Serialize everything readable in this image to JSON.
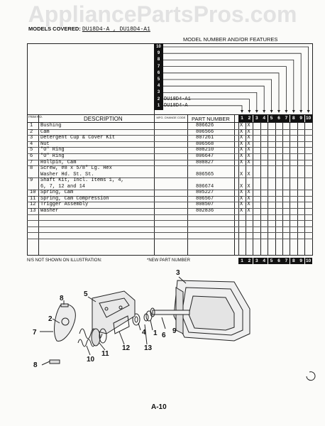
{
  "watermark": "AppliancePartsPros.com",
  "models_covered": {
    "label": "MODELS COVERED:",
    "value": "DU18D4-A , DU18D4-A1"
  },
  "model_header": "MODEL NUMBER AND/OR FEATURES",
  "model_rows": [
    {
      "num": "10",
      "label": ""
    },
    {
      "num": "9",
      "label": ""
    },
    {
      "num": "8",
      "label": ""
    },
    {
      "num": "7",
      "label": ""
    },
    {
      "num": "6",
      "label": ""
    },
    {
      "num": "5",
      "label": ""
    },
    {
      "num": "4",
      "label": ""
    },
    {
      "num": "3",
      "label": ""
    },
    {
      "num": "2",
      "label": "DU18D4-A1"
    },
    {
      "num": "1",
      "label": "DU18D4-A"
    }
  ],
  "table_headers": {
    "item": "ITEM NO.",
    "description": "DESCRIPTION",
    "mfg": "MFG. CHANGE CODE",
    "part": "PART NUMBER"
  },
  "columns": [
    "1",
    "2",
    "3",
    "4",
    "5",
    "6",
    "7",
    "8",
    "9",
    "10"
  ],
  "rows": [
    {
      "item": "1",
      "desc": "Bushing",
      "desc2": "",
      "part": "806626",
      "c1": "X",
      "c2": "X"
    },
    {
      "item": "2",
      "desc": "Cam",
      "desc2": "",
      "part": "806566",
      "c1": "X",
      "c2": "X"
    },
    {
      "item": "3",
      "desc": "Detergent Cup & Cover Kit",
      "desc2": "",
      "part": "807261",
      "c1": "X",
      "c2": "X"
    },
    {
      "item": "4",
      "desc": "Nut",
      "desc2": "",
      "part": "806568",
      "c1": "X",
      "c2": "X"
    },
    {
      "item": "5",
      "desc": "\"O\" Ring",
      "desc2": "",
      "part": "808210",
      "c1": "X",
      "c2": "X"
    },
    {
      "item": "6",
      "desc": "\"O\" Ring",
      "desc2": "",
      "part": "806647",
      "c1": "X",
      "c2": "X"
    },
    {
      "item": "7",
      "desc": "Rollpin, Cam",
      "desc2": "",
      "part": "808827",
      "c1": "X",
      "c2": "X"
    },
    {
      "item": "8",
      "desc": "Screw, #8 x 5/8\" Lg. Hex",
      "desc2": "Washer Hd. St. St.",
      "part": "806565",
      "c1": "X",
      "c2": "X"
    },
    {
      "item": "9",
      "desc": "Shaft Kit, Incl. Items 1, 4,",
      "desc2": "6, 7, 12 and 14",
      "part": "806674",
      "c1": "X",
      "c2": "X"
    },
    {
      "item": "10",
      "desc": "Spring, Cam",
      "desc2": "",
      "part": "805227",
      "c1": "X",
      "c2": "X"
    },
    {
      "item": "11",
      "desc": "Spring, Cam Compression",
      "desc2": "",
      "part": "806567",
      "c1": "X",
      "c2": "X"
    },
    {
      "item": "12",
      "desc": "Trigger Assembly",
      "desc2": "",
      "part": "808507",
      "c1": "X",
      "c2": "X"
    },
    {
      "item": "13",
      "desc": "Washer",
      "desc2": "",
      "part": "802836",
      "c1": "X",
      "c2": "X"
    }
  ],
  "footer": {
    "nis": "N/S NOT SHOWN ON ILLUSTRATION:",
    "new_part": "*NEW PART NUMBER"
  },
  "callouts": [
    "3",
    "5",
    "8",
    "2",
    "7",
    "4",
    "1",
    "6",
    "9",
    "13",
    "12",
    "11",
    "10",
    "8"
  ],
  "page_number": "A-10"
}
